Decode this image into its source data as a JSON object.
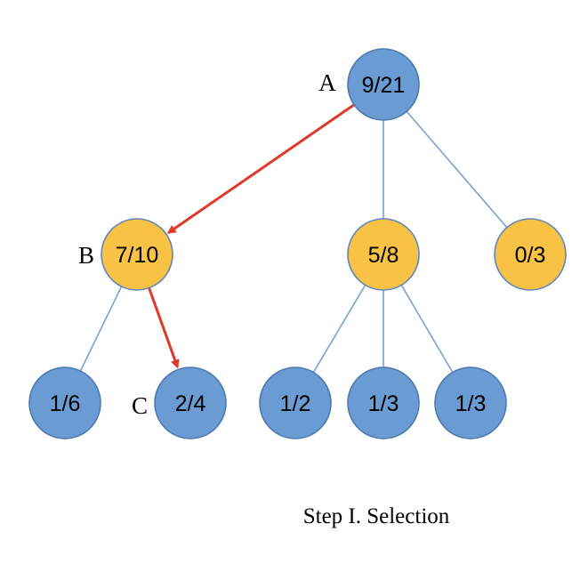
{
  "colors": {
    "blue_fill": "#6a9bd2",
    "blue_stroke": "#4c7ab0",
    "orange_fill": "#f8c244",
    "orange_stroke": "#5f87be",
    "edge": "#7ba2cf",
    "selected_edge": "#e0392b"
  },
  "nodes": [
    {
      "id": "A",
      "value": "9/21",
      "color": "blue",
      "letter": "A"
    },
    {
      "id": "B",
      "value": "7/10",
      "color": "orange",
      "letter": "B"
    },
    {
      "id": "M",
      "value": "5/8",
      "color": "orange",
      "letter": ""
    },
    {
      "id": "R",
      "value": "0/3",
      "color": "orange",
      "letter": ""
    },
    {
      "id": "L1",
      "value": "1/6",
      "color": "blue",
      "letter": ""
    },
    {
      "id": "C",
      "value": "2/4",
      "color": "blue",
      "letter": "C"
    },
    {
      "id": "M1",
      "value": "1/2",
      "color": "blue",
      "letter": ""
    },
    {
      "id": "M2",
      "value": "1/3",
      "color": "blue",
      "letter": ""
    },
    {
      "id": "M3",
      "value": "1/3",
      "color": "blue",
      "letter": ""
    }
  ],
  "edges": [
    {
      "from": "A",
      "to": "B",
      "selected": true
    },
    {
      "from": "A",
      "to": "M",
      "selected": false
    },
    {
      "from": "A",
      "to": "R",
      "selected": false
    },
    {
      "from": "B",
      "to": "L1",
      "selected": false
    },
    {
      "from": "B",
      "to": "C",
      "selected": true
    },
    {
      "from": "M",
      "to": "M1",
      "selected": false
    },
    {
      "from": "M",
      "to": "M2",
      "selected": false
    },
    {
      "from": "M",
      "to": "M3",
      "selected": false
    }
  ],
  "caption": "Step I. Selection"
}
